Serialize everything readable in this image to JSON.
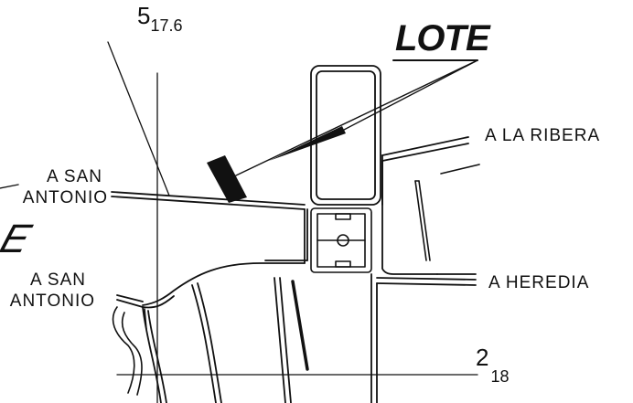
{
  "map": {
    "lot_label": "LOTE",
    "grid": {
      "top": {
        "major": "5",
        "minor": "17.6"
      },
      "bottom": {
        "major": "2",
        "minor": "18"
      }
    },
    "destinations": {
      "ribera": "A LA RIBERA",
      "heredia": "A HEREDIA",
      "san_antonio_upper": [
        "A SAN",
        "ANTONIO"
      ],
      "san_antonio_lower": [
        "A SAN",
        "ANTONIO"
      ]
    },
    "margin_glyph": "E",
    "colors": {
      "ink": "#111111",
      "paper": "#ffffff"
    }
  }
}
